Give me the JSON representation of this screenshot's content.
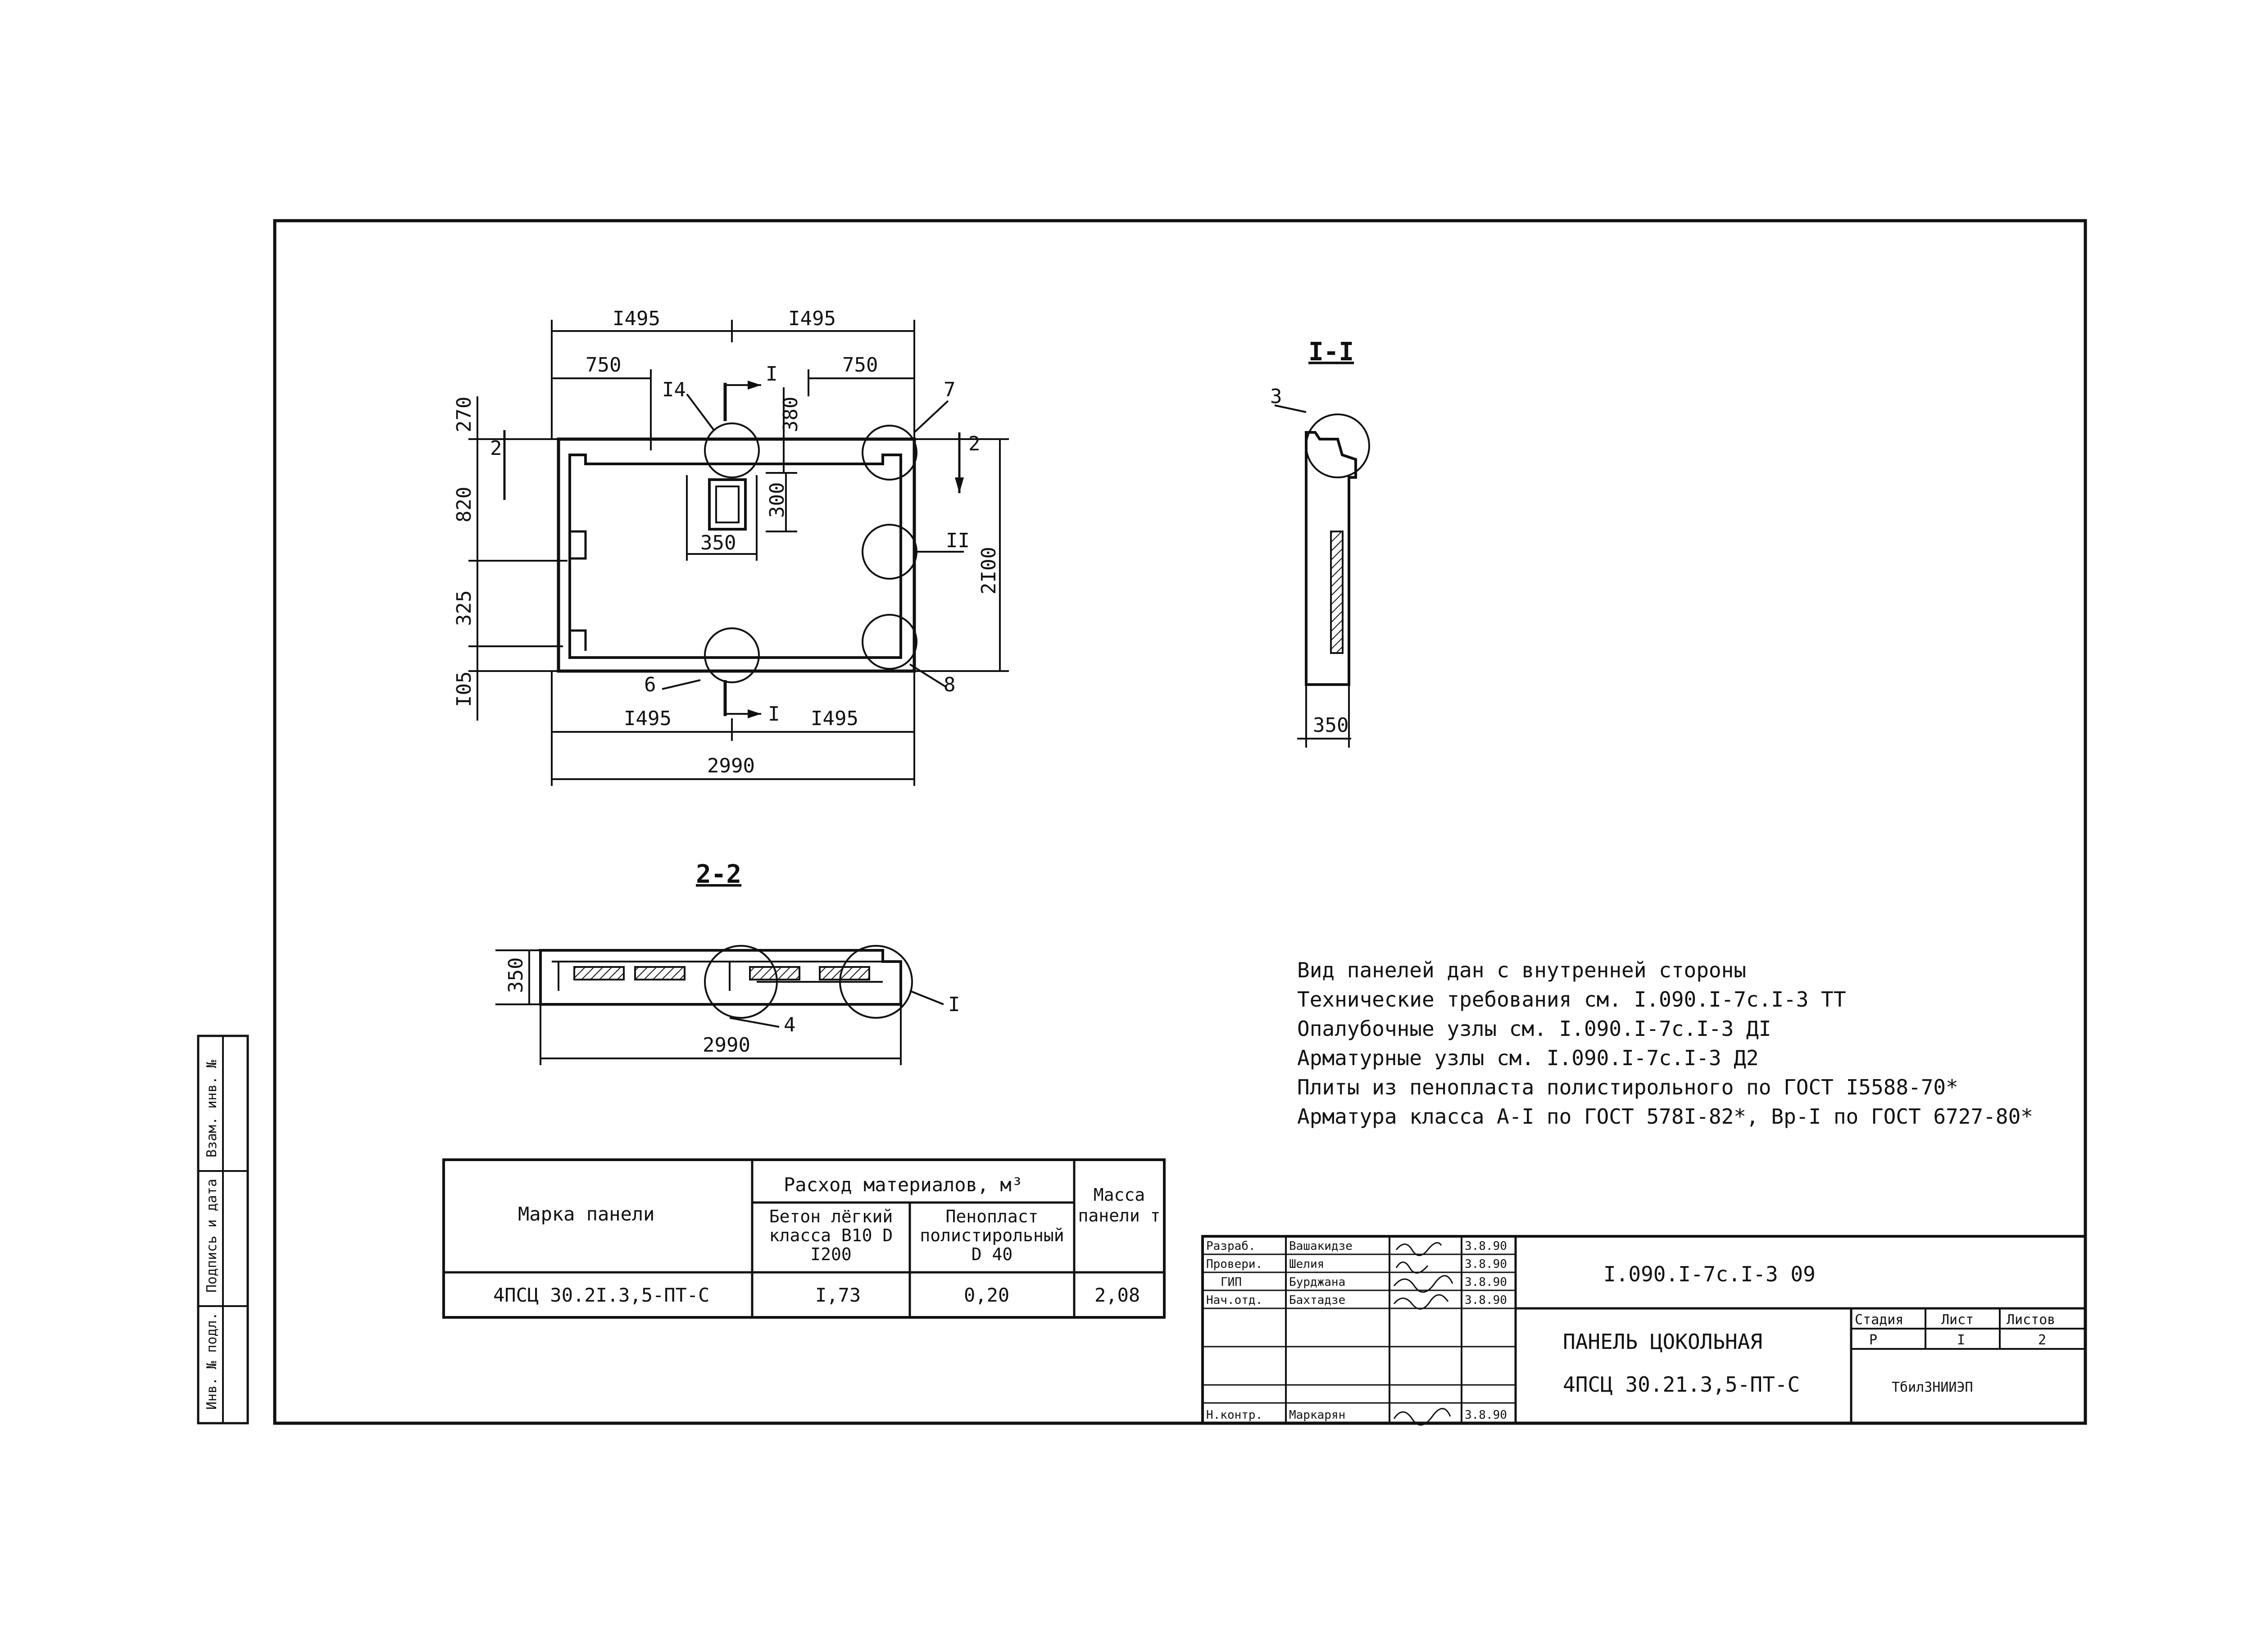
{
  "plan": {
    "dim_top_left": "I495",
    "dim_top_right": "I495",
    "dim_750_left": "750",
    "dim_750_right": "750",
    "dim_270": "270",
    "dim_820": "820",
    "dim_325": "325",
    "dim_105": "I05",
    "dim_380": "380",
    "dim_300": "300",
    "dim_350": "350",
    "dim_2100": "2I00",
    "dim_bottom_left": "I495",
    "dim_bottom_right": "I495",
    "dim_total": "2990",
    "node_14": "I4",
    "node_7": "7",
    "node_II": "II",
    "node_6": "6",
    "node_8": "8",
    "cut_I_top": "I",
    "cut_I_bottom": "I",
    "cut_2_left": "2",
    "cut_2_right": "2"
  },
  "section_1": {
    "title": "I-I",
    "node_3": "3",
    "dim_350": "350"
  },
  "section_2": {
    "title": "2-2",
    "dim_350": "350",
    "dim_2990": "2990",
    "node_4": "4",
    "node_I": "I"
  },
  "notes": [
    "Вид панелей дан с внутренней стороны",
    "Технические требования см. I.090.I-7с.I-3 ТТ",
    "Опалубочные узлы см. I.090.I-7с.I-3 ДI",
    "Арматурные узлы см. I.090.I-7с.I-3 Д2",
    "Плиты из пенопласта полистирольного по ГОСТ I5588-70*",
    "Арматура класса А-I по ГОСТ 578I-82*, Вр-I по ГОСТ 6727-80*"
  ],
  "materials_table": {
    "col_mark": "Марка панели",
    "col_consumption": "Расход материалов, м³",
    "col_concrete": "Бетон лёгкий класса В10 D I200",
    "col_foam": "Пенопласт полистирольный D 40",
    "col_mass": "Масса панели т",
    "row": {
      "mark": "4ПСЦ 30.2I.3,5-ПТ-С",
      "concrete": "I,73",
      "foam": "0,20",
      "mass": "2,08"
    }
  },
  "title_block": {
    "doc_code": "I.090.I-7с.I-3 09",
    "title_line1": "ПАНЕЛЬ ЦОКОЛЬНАЯ",
    "title_line2": "4ПСЦ 30.21.3,5-ПТ-С",
    "stage_label": "Стадия",
    "sheet_label": "Лист",
    "sheets_label": "Листов",
    "stage_value": "Р",
    "sheet_value": "I",
    "sheets_value": "2",
    "org": "ТбилЗНИИЭП",
    "roles": [
      {
        "role": "Разраб.",
        "name": "Вашакидзе",
        "date": "3.8.90"
      },
      {
        "role": "Провери.",
        "name": "Шелия",
        "date": "3.8.90"
      },
      {
        "role": "ГИП",
        "name": "Бурджана",
        "date": "3.8.90"
      },
      {
        "role": "Нач.отд.",
        "name": "Бахтадзе",
        "date": "3.8.90"
      },
      {
        "role": "",
        "name": "",
        "date": ""
      },
      {
        "role": "",
        "name": "",
        "date": ""
      },
      {
        "role": "Н.контр.",
        "name": "Маркарян",
        "date": "3.8.90"
      }
    ]
  },
  "side_stamp": {
    "cells": [
      "Инв. № подл.",
      "Подпись и дата",
      "Взам. инв. №"
    ]
  }
}
